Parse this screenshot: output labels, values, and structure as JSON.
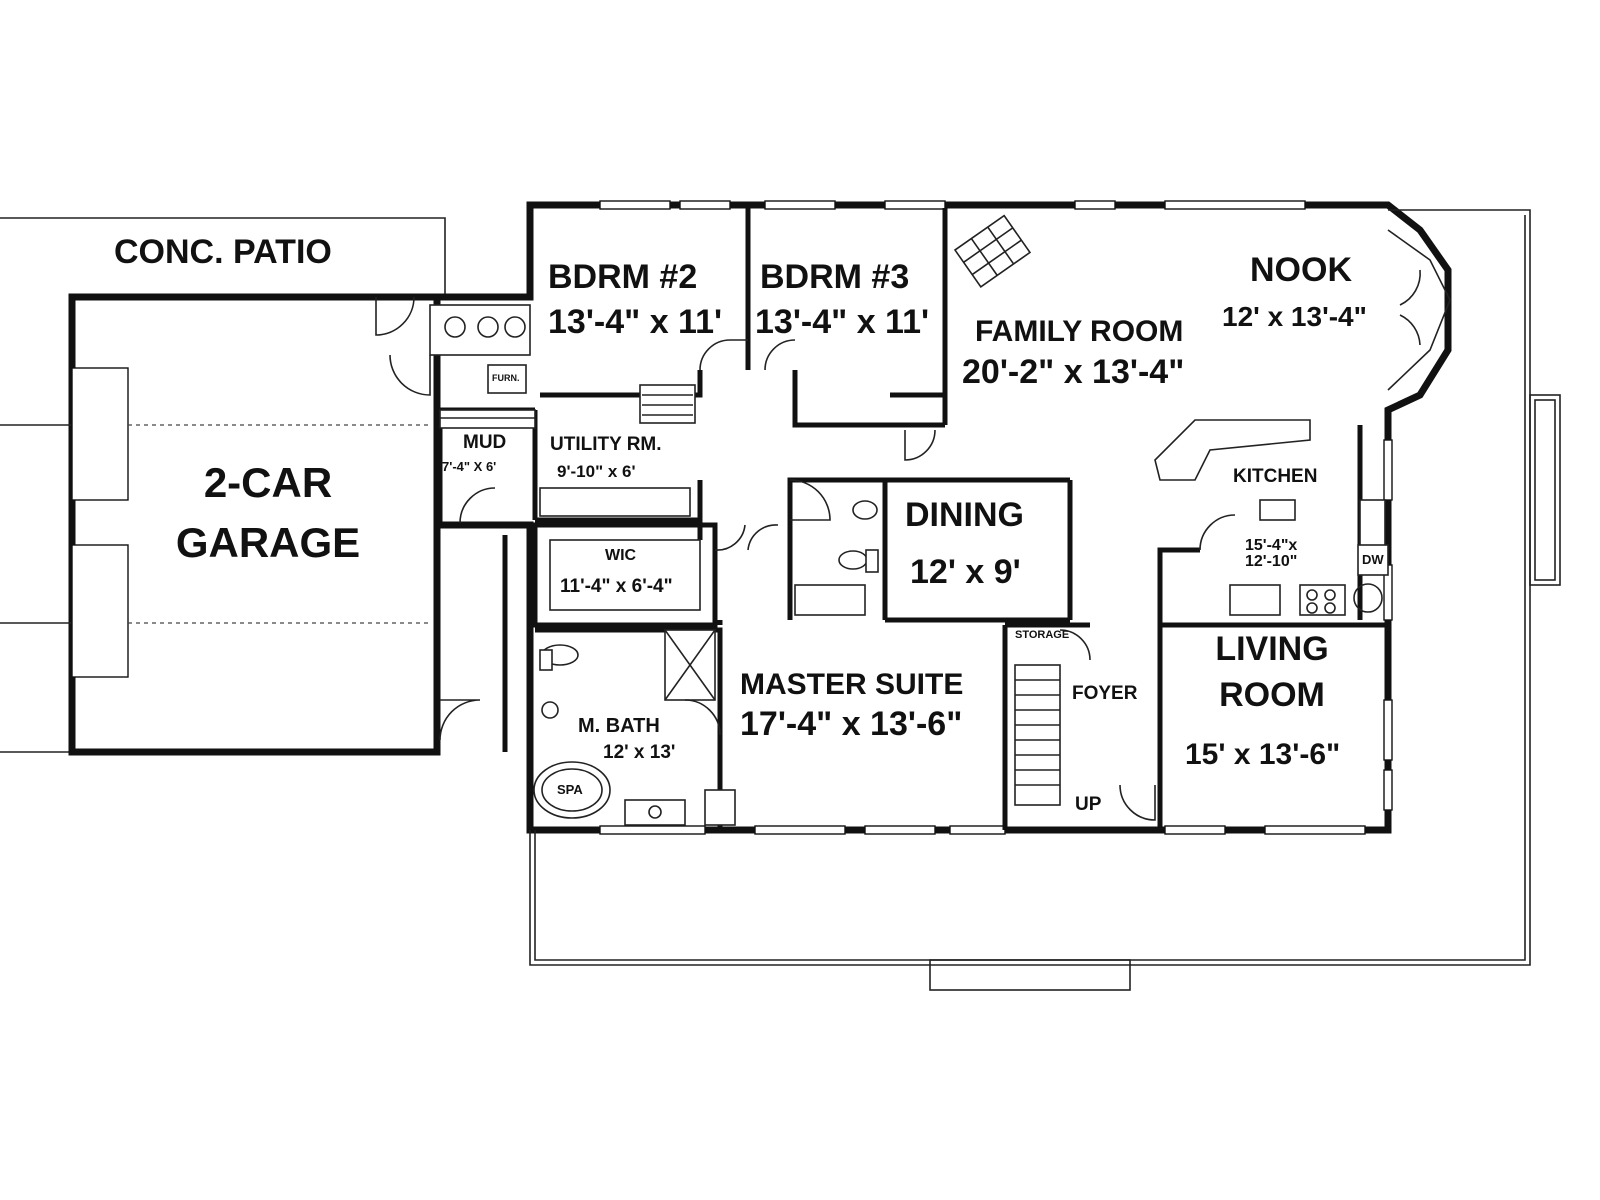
{
  "rooms": {
    "patio": {
      "name": "CONC. PATIO"
    },
    "garage": {
      "name_line1": "2-CAR",
      "name_line2": "GARAGE"
    },
    "bdrm2": {
      "name": "BDRM #2",
      "size": "13'-4\" x 11'"
    },
    "bdrm3": {
      "name": "BDRM #3",
      "size": "13'-4\" x 11'"
    },
    "family": {
      "name": "FAMILY ROOM",
      "size": "20'-2\" x 13'-4\""
    },
    "nook": {
      "name": "NOOK",
      "size": "12' x 13'-4\""
    },
    "mud": {
      "name": "MUD",
      "size": "7'-4\" X 6'"
    },
    "utility": {
      "name": "UTILITY RM.",
      "size": "9'-10\" x 6'"
    },
    "kitchen": {
      "name": "KITCHEN",
      "size_line1": "15'-4\"x",
      "size_line2": "12'-10\""
    },
    "dining": {
      "name": "DINING",
      "size": "12' x 9'"
    },
    "wic": {
      "name": "WIC",
      "size": "11'-4\" x 6'-4\""
    },
    "master": {
      "name": "MASTER SUITE",
      "size": "17'-4\" x 13'-6\""
    },
    "mbath": {
      "name": "M. BATH",
      "size": "12' x 13'"
    },
    "living": {
      "name_line1": "LIVING",
      "name_line2": "ROOM",
      "size": "15' x 13'-6\""
    },
    "foyer": {
      "name": "FOYER"
    }
  },
  "labels": {
    "storage": "STORAGE",
    "stairs_up": "UP",
    "spa": "SPA",
    "dw": "DW",
    "furn": "FURN."
  }
}
